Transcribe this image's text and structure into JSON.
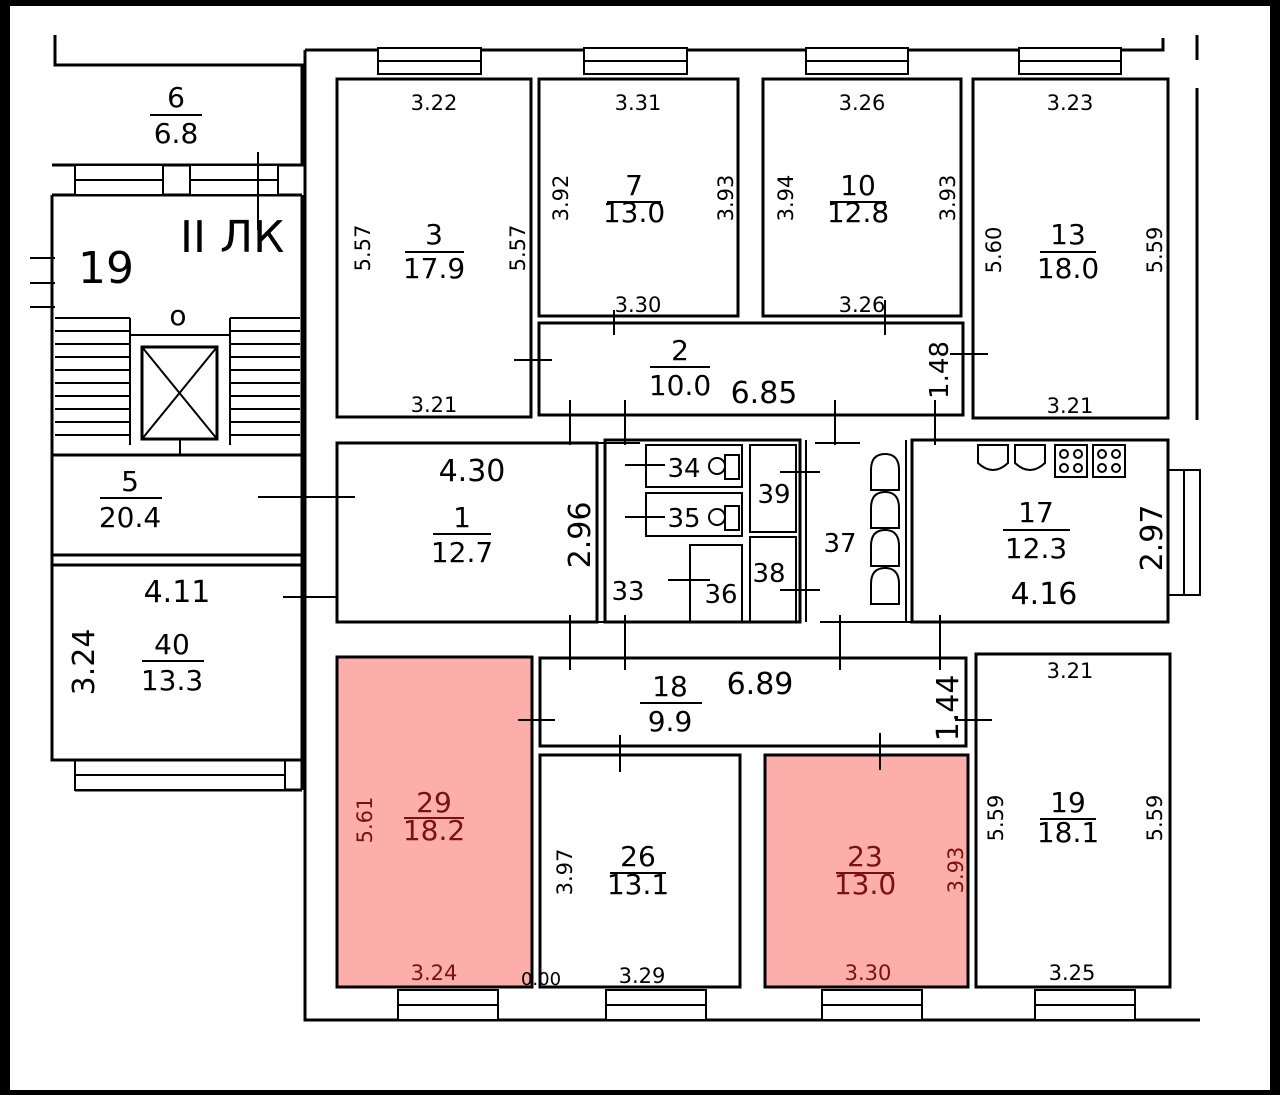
{
  "rooms": [
    {
      "id": "r6",
      "number": "6",
      "area": "6.8"
    },
    {
      "id": "r3",
      "number": "3",
      "area": "17.9"
    },
    {
      "id": "r7",
      "number": "7",
      "area": "13.0"
    },
    {
      "id": "r10",
      "number": "10",
      "area": "12.8"
    },
    {
      "id": "r13",
      "number": "13",
      "area": "18.0"
    },
    {
      "id": "r2",
      "number": "2",
      "area": "10.0"
    },
    {
      "id": "r5",
      "number": "5",
      "area": "20.4"
    },
    {
      "id": "r1",
      "number": "1",
      "area": "12.7"
    },
    {
      "id": "r17",
      "number": "17",
      "area": "12.3"
    },
    {
      "id": "r40",
      "number": "40",
      "area": "13.3"
    },
    {
      "id": "r18",
      "number": "18",
      "area": "9.9"
    },
    {
      "id": "r29",
      "number": "29",
      "area": "18.2"
    },
    {
      "id": "r26",
      "number": "26",
      "area": "13.1"
    },
    {
      "id": "r23",
      "number": "23",
      "area": "13.0"
    },
    {
      "id": "r19",
      "number": "19",
      "area": "18.1"
    }
  ],
  "small_rooms": [
    "34",
    "35",
    "39",
    "37",
    "38",
    "33",
    "36"
  ],
  "dimensions": [
    "3.22",
    "3.31",
    "3.26",
    "3.23",
    "5.57",
    "5.57",
    "3.92",
    "3.93",
    "3.94",
    "3.93",
    "5.60",
    "5.59",
    "3.30",
    "3.26",
    "3.21",
    "3.21",
    "1.48",
    "6.85",
    "4.30",
    "2.96",
    "2.97",
    "4.16",
    "4.11",
    "3.24",
    "6.89",
    "1.44",
    "3.21",
    "5.61",
    "3.97",
    "5.59",
    "5.59",
    "3.24",
    "0.00",
    "3.29",
    "3.30",
    "3.25",
    "3.93"
  ],
  "stair_label": "ЛК",
  "stair_roman": "II",
  "floor_marker": "19",
  "circle_mark": "o",
  "highlight_color": "#fbaeaa"
}
